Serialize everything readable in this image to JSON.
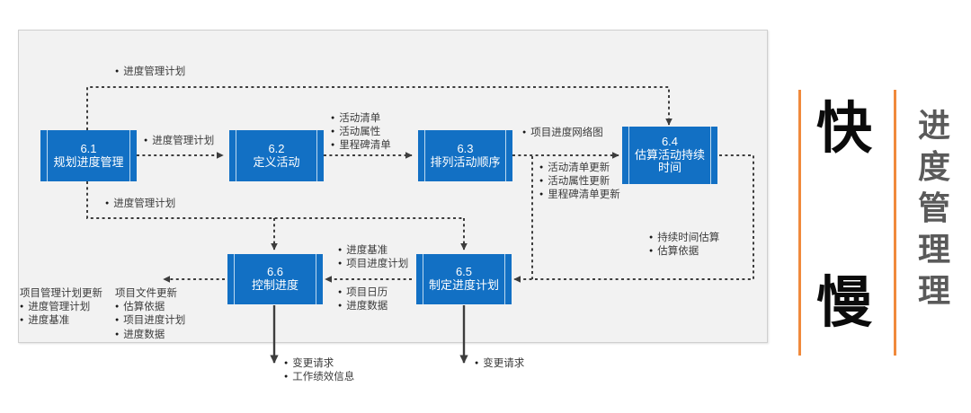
{
  "diagram": {
    "panel_bg": "#f2f2f2",
    "node_color": "#1270c4",
    "accent_color": "#f08a3c",
    "nodes": [
      {
        "id": "6.1",
        "num": "6.1",
        "name": "规划进度管理",
        "name2": ""
      },
      {
        "id": "6.2",
        "num": "6.2",
        "name": "定义活动",
        "name2": ""
      },
      {
        "id": "6.3",
        "num": "6.3",
        "name": "排列活动顺序",
        "name2": ""
      },
      {
        "id": "6.4",
        "num": "6.4",
        "name": "估算活动持续",
        "name2": "时间"
      },
      {
        "id": "6.5",
        "num": "6.5",
        "name": "制定进度计划",
        "name2": ""
      },
      {
        "id": "6.6",
        "num": "6.6",
        "name": "控制进度",
        "name2": ""
      }
    ],
    "labels": {
      "top_plan": "进度管理计划",
      "l12": "进度管理计划",
      "mid_plan": "进度管理计划",
      "l23": [
        "活动清单",
        "活动属性",
        "里程碑清单"
      ],
      "l34_top": "项目进度网络图",
      "l34_branch": [
        "活动清单更新",
        "活动属性更新",
        "里程碑清单更新"
      ],
      "l45": [
        "持续时间估算",
        "估算依据"
      ],
      "l56_top": [
        "进度基准",
        "项目进度计划"
      ],
      "l56_bottom": [
        "项目日历",
        "进度数据"
      ],
      "out_pm_head": "项目管理计划更新",
      "out_pm_items": [
        "进度管理计划",
        "进度基准"
      ],
      "out_doc_head": "项目文件更新",
      "out_doc_items": [
        "估算依据",
        "项目进度计划",
        "进度数据"
      ],
      "out_66": [
        "变更请求",
        "工作绩效信息"
      ],
      "out_65": [
        "变更请求"
      ]
    }
  },
  "sidebar": {
    "char_top": "快",
    "char_bottom": "慢",
    "column_text": "进度管理理"
  }
}
